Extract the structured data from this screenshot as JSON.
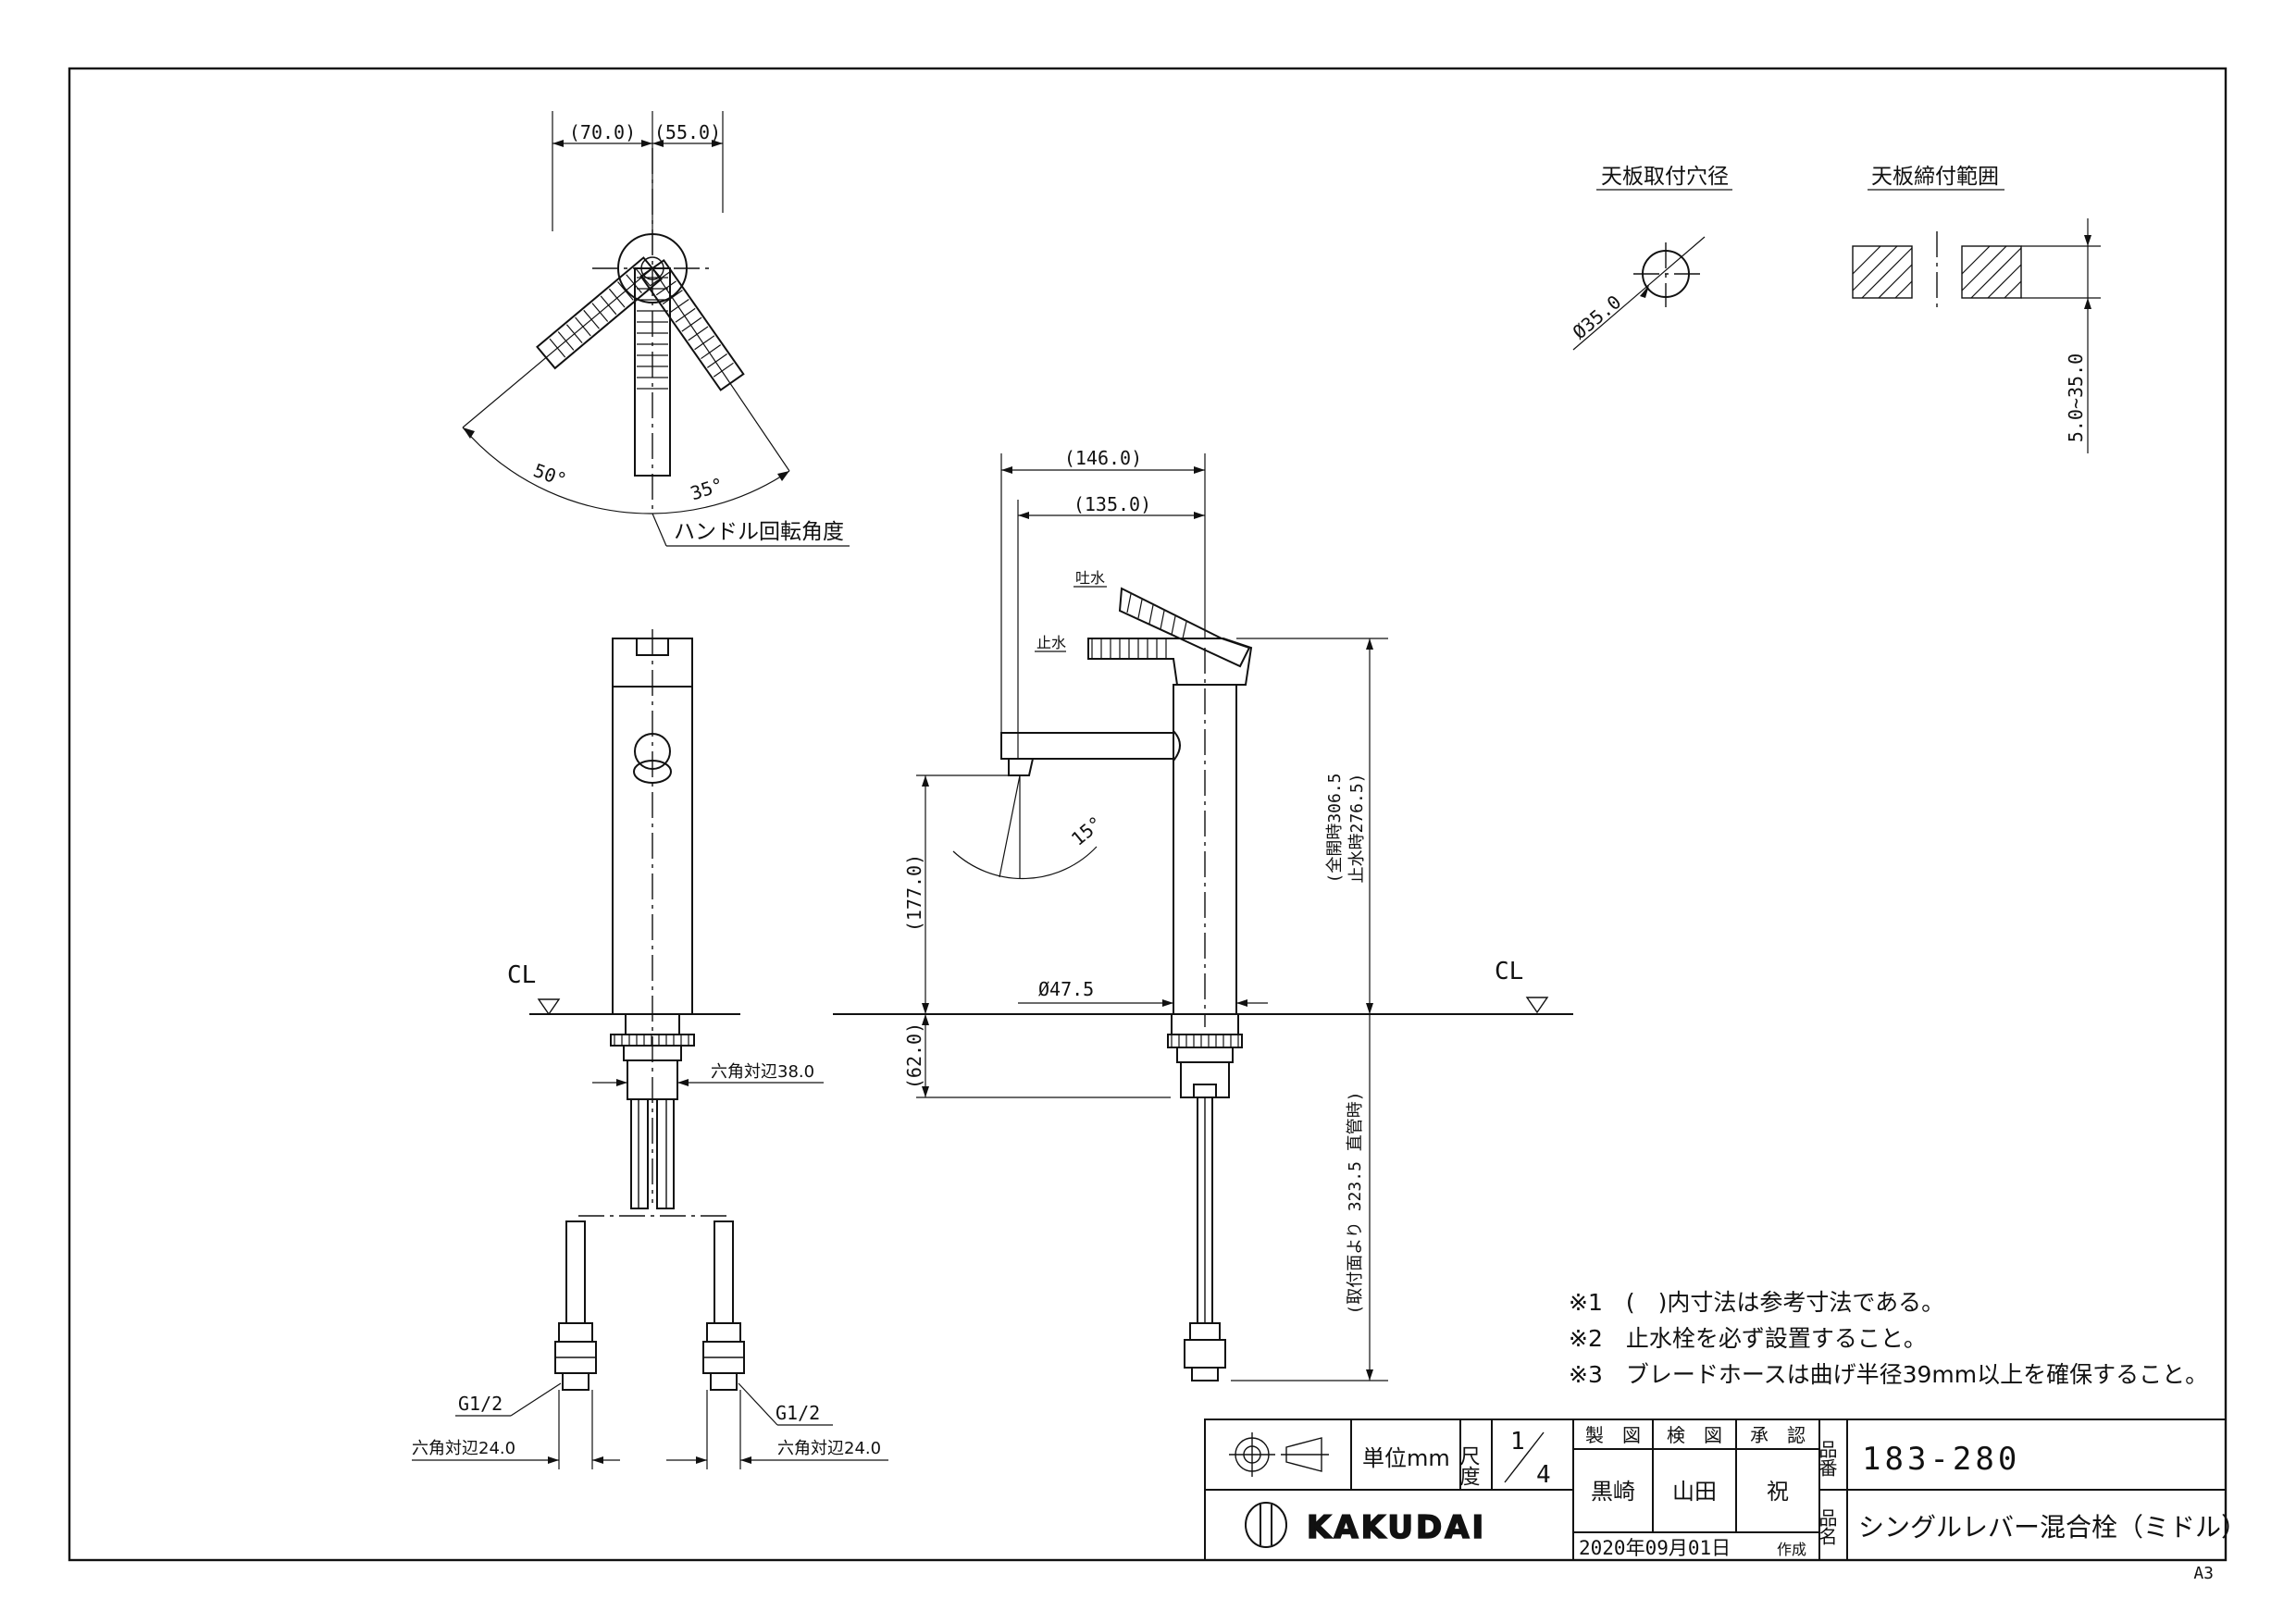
{
  "top_view": {
    "dim_left": "(70.0)",
    "dim_right": "(55.0)",
    "angle_left": "50°",
    "angle_right": "35°",
    "caption": "ハンドル回転角度"
  },
  "front_view": {
    "cl_label": "CL",
    "hex_top": "六角対辺38.0",
    "thread_left": "G1/2",
    "thread_right": "G1/2",
    "hex_bottom_left": "六角対辺24.0",
    "hex_bottom_right": "六角対辺24.0"
  },
  "side_view": {
    "dim_146": "(146.0)",
    "dim_135": "(135.0)",
    "spout_open": "吐水",
    "spout_close": "止水",
    "angle_15": "15°",
    "dim_177": "(177.0)",
    "dim_62": "(62.0)",
    "diameter": "Ø47.5",
    "cl_label": "CL",
    "height_full": "(全開時306.5",
    "height_stop": "止水時276.5)",
    "hose_length": "(取付面より 323.5 直管時)"
  },
  "hole_detail": {
    "title": "天板取付穴径",
    "diameter": "Ø35.0"
  },
  "clamp_detail": {
    "title": "天板締付範囲",
    "range": "5.0~35.0"
  },
  "notes": [
    "※1　(　)内寸法は参考寸法である。",
    "※2　止水栓を必ず設置すること。",
    "※3　ブレードホースは曲げ半径39mm以上を確保すること。"
  ],
  "title_block": {
    "unit": "単位mm",
    "scale_label": "尺度",
    "scale_num": "1",
    "scale_den": "4",
    "roles": [
      "製　図",
      "検　図",
      "承　認"
    ],
    "names": [
      "黒崎",
      "山田",
      "祝"
    ],
    "date": "2020年09月01日",
    "date_suffix": "作成",
    "part_no_label": "品番",
    "part_no": "183-280",
    "part_name_label": "品名",
    "part_name": "シングルレバー混合栓（ミドル）",
    "logo_text": "KAKUDAI"
  },
  "sheet_size": "A3"
}
